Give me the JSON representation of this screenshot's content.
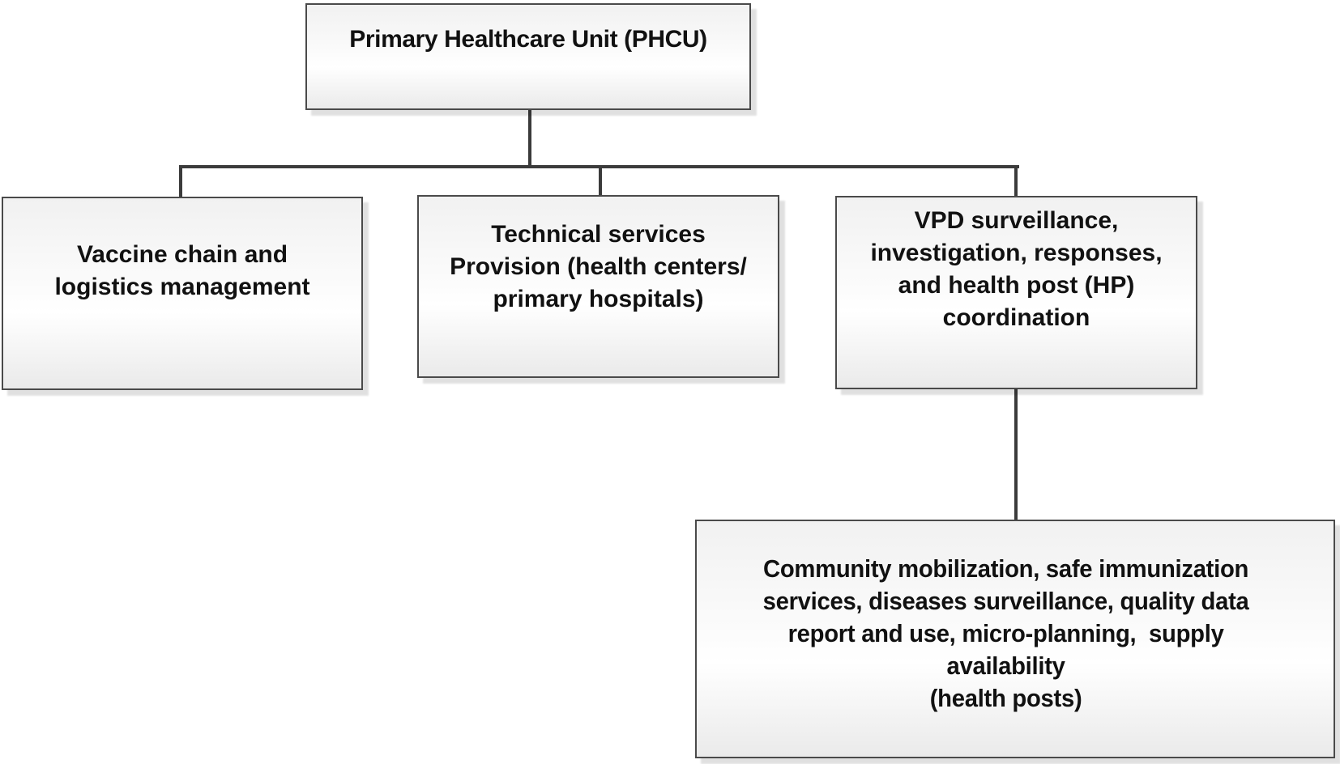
{
  "nodes": {
    "root": {
      "label": "Primary Healthcare Unit (PHCU)"
    },
    "vaccine": {
      "label": "Vaccine chain and\nlogistics management"
    },
    "technical": {
      "label": "Technical services\nProvision (health centers/\nprimary hospitals)"
    },
    "vpd": {
      "label": "VPD surveillance,\ninvestigation, responses,\nand health post (HP)\ncoordination"
    },
    "community": {
      "label": "Community mobilization, safe immunization\nservices, diseases surveillance, quality data\nreport and use, micro-planning,  supply\navailability\n(health posts)"
    }
  },
  "edges": [
    {
      "from": "Primary Healthcare Unit (PHCU)",
      "to": "Vaccine chain and logistics management"
    },
    {
      "from": "Primary Healthcare Unit (PHCU)",
      "to": "Technical services Provision (health centers/ primary hospitals)"
    },
    {
      "from": "Primary Healthcare Unit (PHCU)",
      "to": "VPD surveillance, investigation, responses, and health post (HP) coordination"
    },
    {
      "from": "VPD surveillance, investigation, responses, and health post (HP) coordination",
      "to": "Community mobilization, safe immunization services, diseases surveillance, quality data report and use, micro-planning, supply availability (health posts)"
    }
  ],
  "colors": {
    "connector": "#3b3b3b",
    "box_border": "#4a4a4a",
    "box_fill_top": "#f1f1f1",
    "box_fill_bottom": "#eaeaea",
    "text": "#111111",
    "background": "#ffffff"
  }
}
